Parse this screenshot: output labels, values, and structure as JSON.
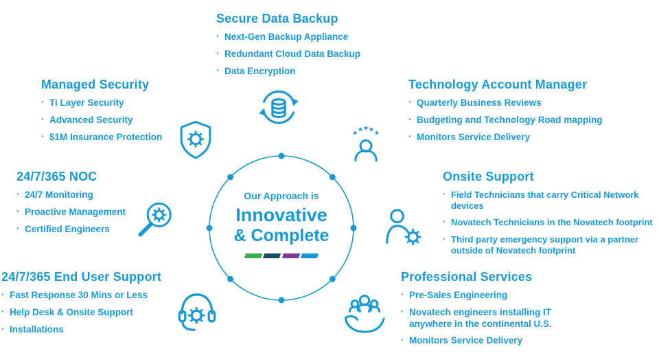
{
  "colors": {
    "accent": "#1899d5",
    "bar_segments": [
      "#3fa94c",
      "#1d4f63",
      "#7c3a96",
      "#1899d5"
    ]
  },
  "center": {
    "intro": "Our Approach is",
    "headline_line1": "Innovative",
    "headline_line2": "& Complete"
  },
  "sections": [
    {
      "title": "Secure Data Backup",
      "icon": "backup-cycle-icon",
      "bullets": [
        "Next-Gen Backup Appliance",
        "Redundant Cloud Data Backup",
        "Data Encryption"
      ]
    },
    {
      "title": "Managed Security",
      "icon": "shield-gear-icon",
      "bullets": [
        "Ti Layer Security",
        "Advanced Security",
        "$1M Insurance Protection"
      ]
    },
    {
      "title": "Technology Account Manager",
      "icon": "person-stars-icon",
      "bullets": [
        "Quarterly Business Reviews",
        "Budgeting and Technology Road mapping",
        "Monitors Service Delivery"
      ]
    },
    {
      "title": "24/7/365 NOC",
      "icon": "magnifier-gear-icon",
      "bullets": [
        "24/7 Monitoring",
        "Proactive Management",
        "Certified Engineers"
      ]
    },
    {
      "title": "Onsite Support",
      "icon": "technician-gear-icon",
      "bullets": [
        "Field Technicians that carry Critical Network devices",
        "Novatech Technicians in the Novatech footprint",
        "Third party emergency support via a partner outside of Novatech footprint"
      ]
    },
    {
      "title": "24/7/365 End User Support",
      "icon": "headset-gear-icon",
      "bullets": [
        "Fast Response 30 Mins or Less",
        "Help Desk & Onsite Support",
        "Installations"
      ]
    },
    {
      "title": "Professional Services",
      "icon": "team-hand-icon",
      "bullets": [
        "Pre-Sales Engineering",
        "Novatech engineers installing IT anywhere in the continental U.S.",
        "Monitors Service Delivery"
      ]
    }
  ]
}
